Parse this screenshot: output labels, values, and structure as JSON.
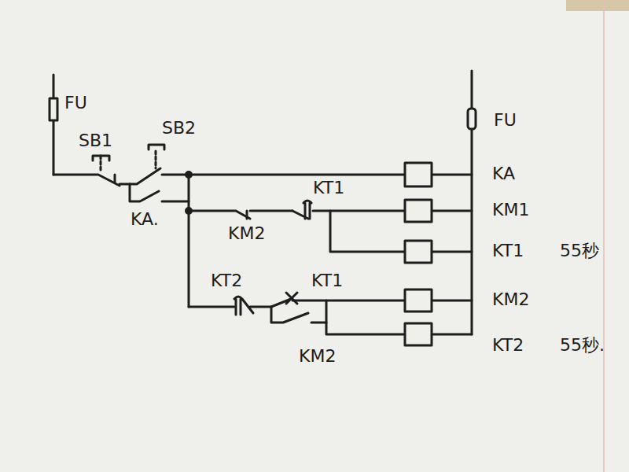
{
  "diagram": {
    "labels": [
      "FU",
      "SB1",
      "SB2",
      "FU",
      "KA",
      "KT1",
      "KM1",
      "KA.",
      "KM2",
      "KT1",
      "55秒",
      "KT2",
      "KT1",
      "KM2",
      "KT2",
      "55秒.",
      "KM2"
    ]
  }
}
